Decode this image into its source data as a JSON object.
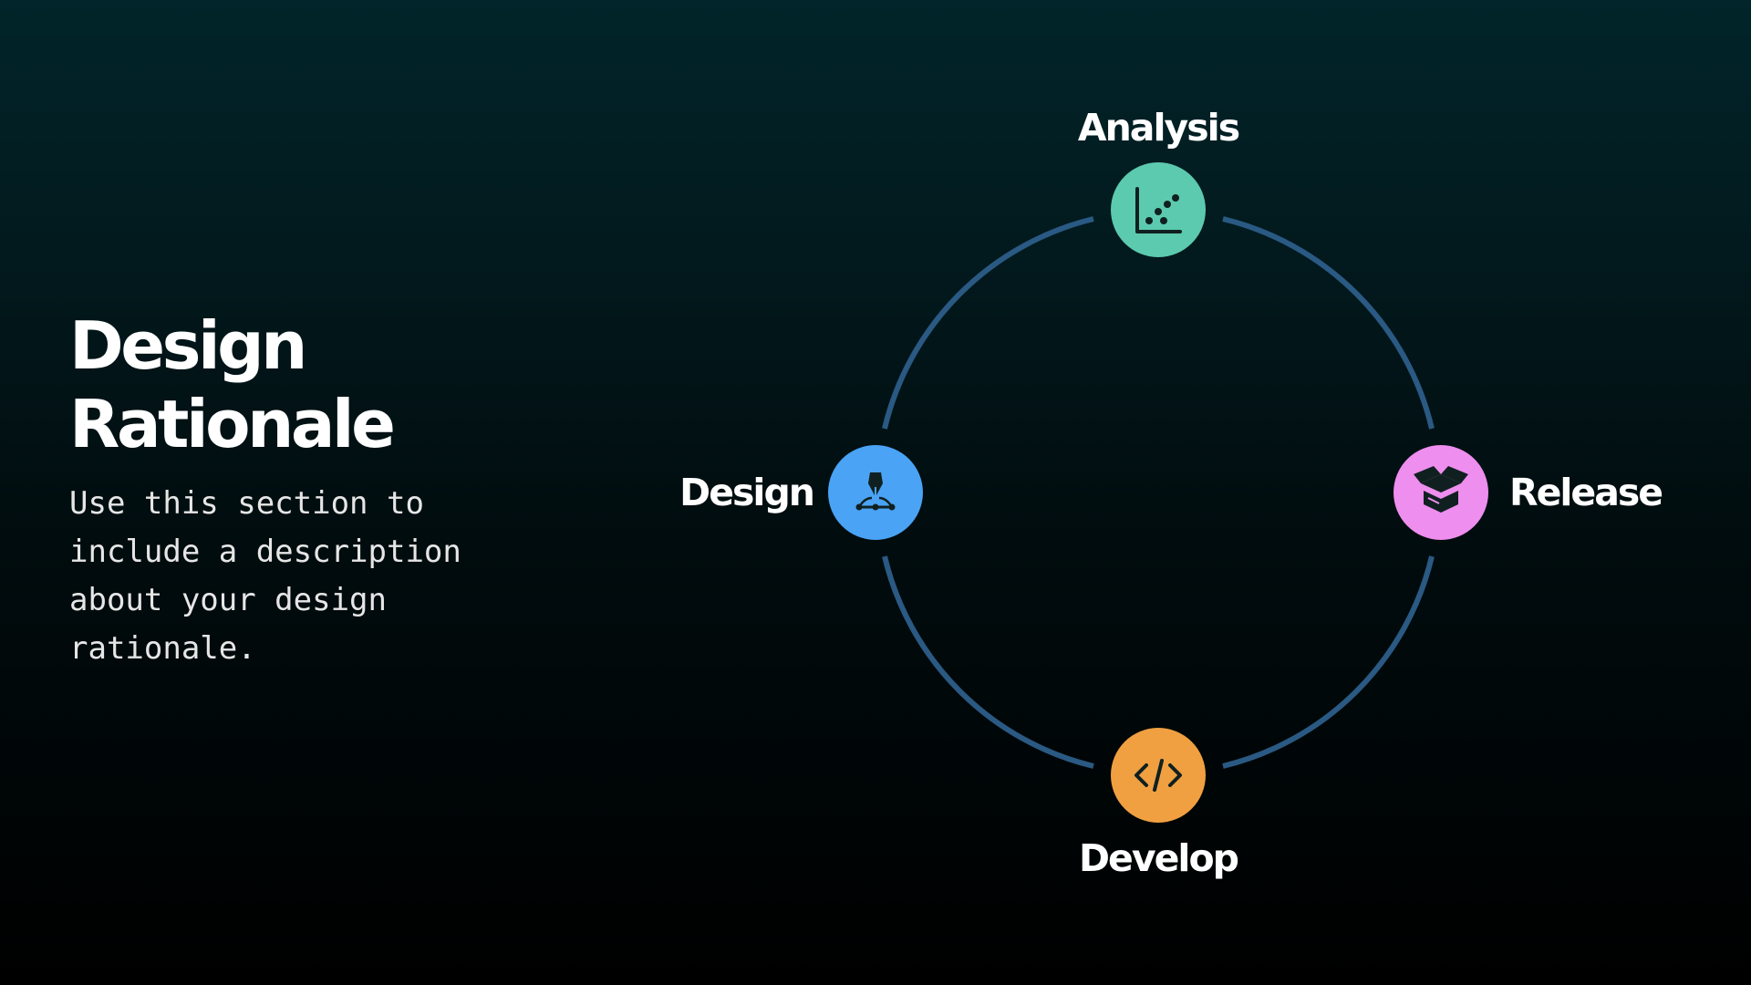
{
  "title": {
    "line1": "Design",
    "line2": "Rationale"
  },
  "description": "Use this section to include a description about your design rationale.",
  "cycle": {
    "ring_color": "#2a5983",
    "nodes": [
      {
        "label": "Analysis",
        "icon": "scatter-chart-icon",
        "color": "#5ccaaf"
      },
      {
        "label": "Release",
        "icon": "open-box-icon",
        "color": "#ee8eee"
      },
      {
        "label": "Develop",
        "icon": "code-icon",
        "color": "#f0a040"
      },
      {
        "label": "Design",
        "icon": "pen-tool-icon",
        "color": "#4aa3f4"
      }
    ]
  }
}
